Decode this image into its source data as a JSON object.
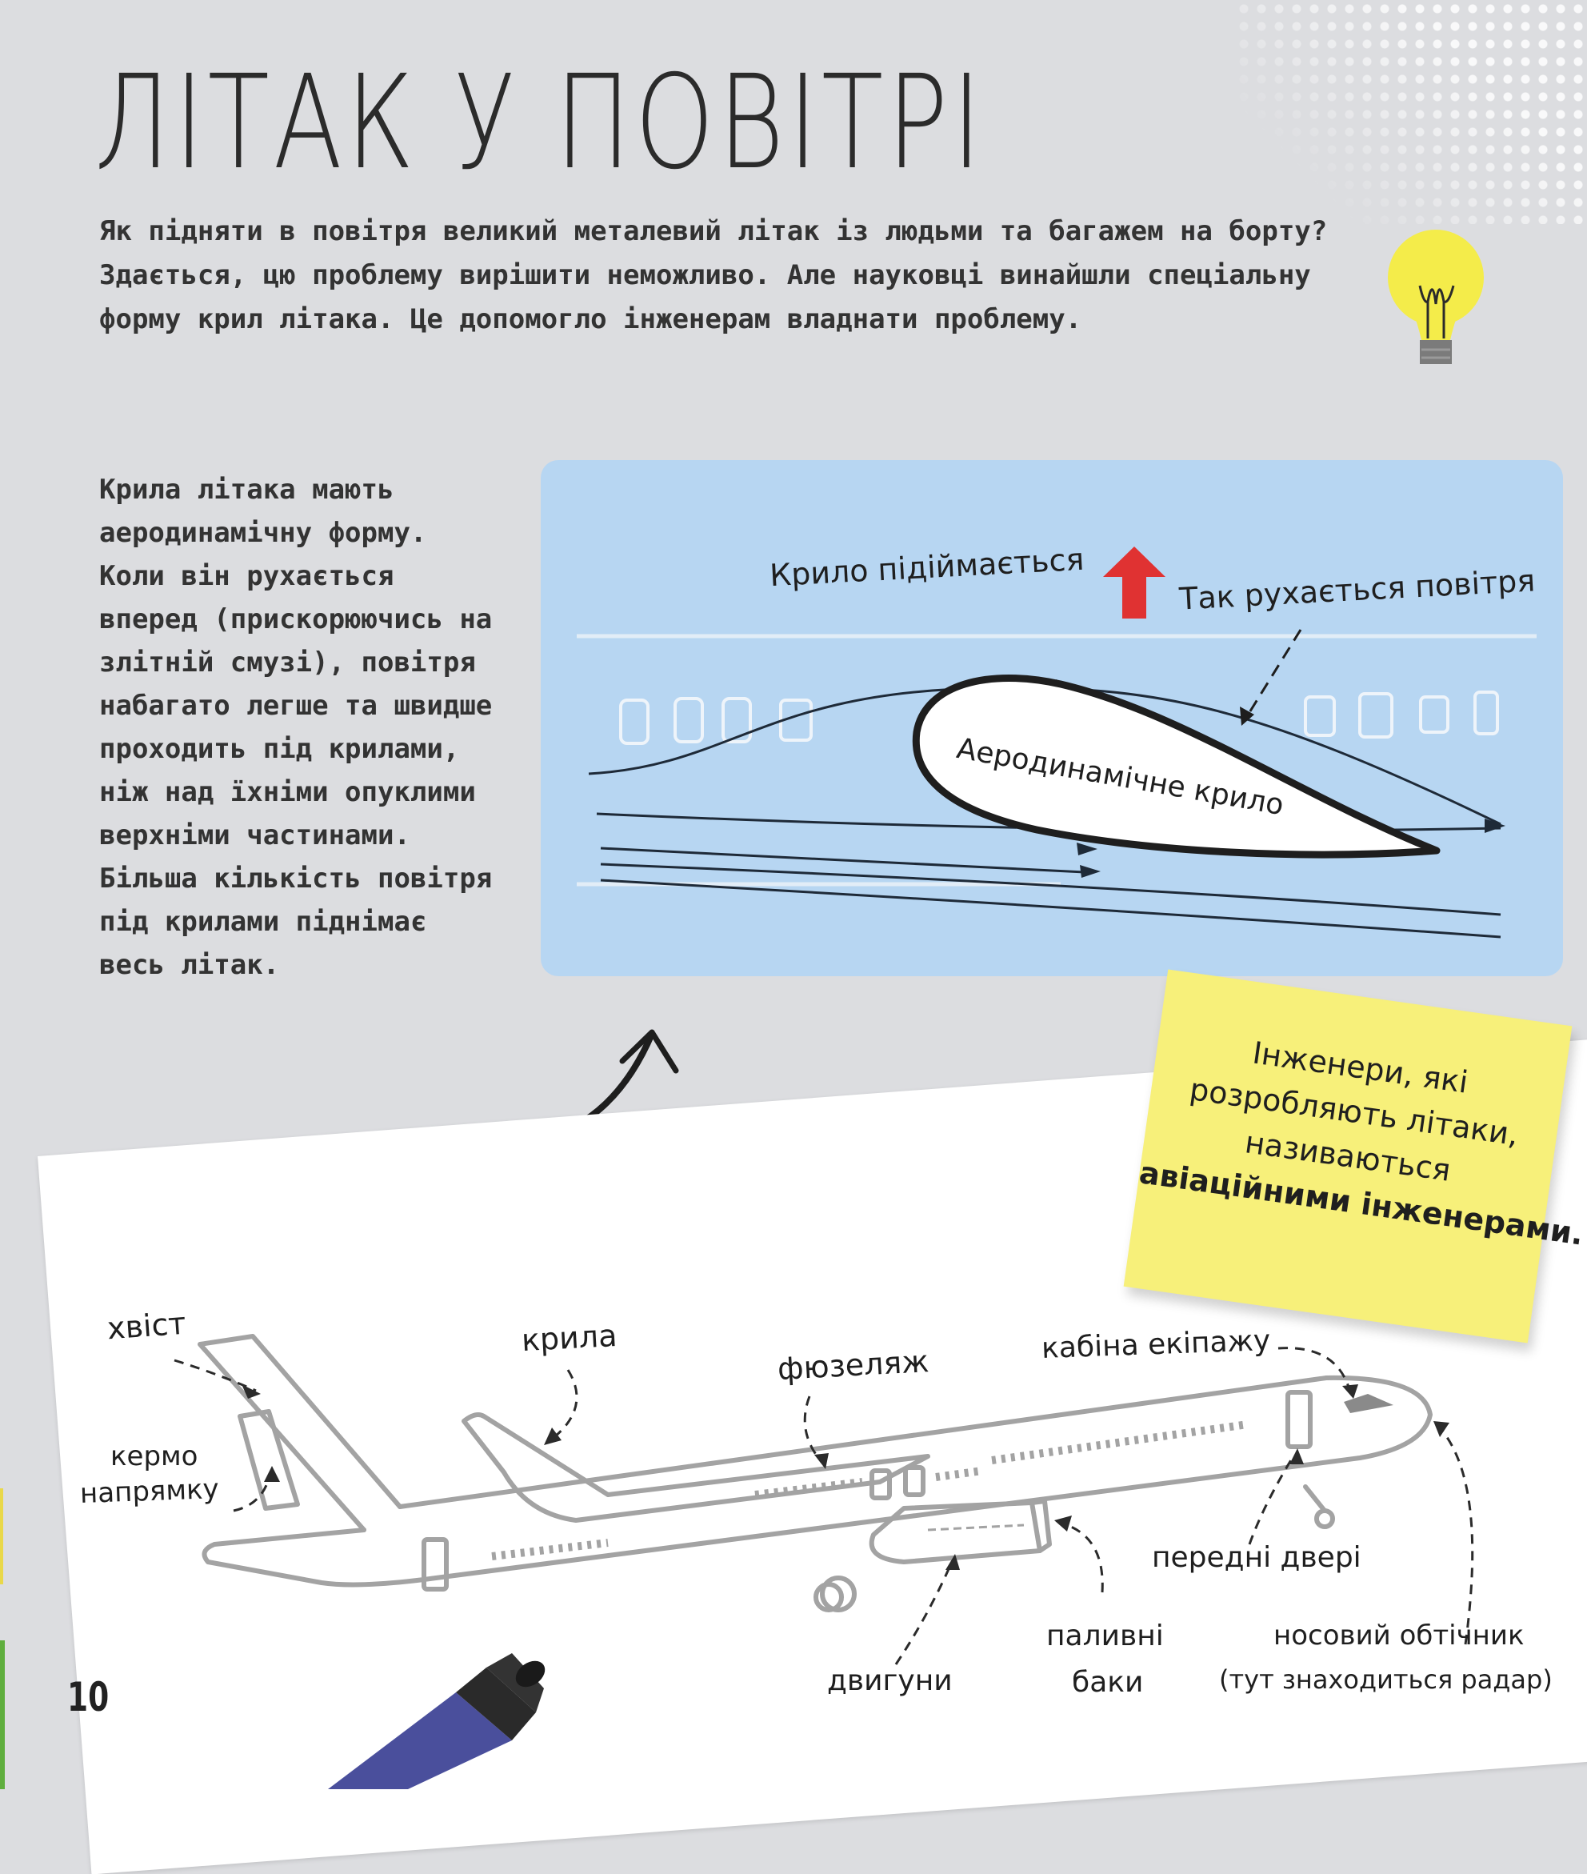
{
  "title": "ЛІТАК У ПОВІТРІ",
  "intro": "Як підняти в повітря великий металевий літак із людьми та багажем на борту? Здається, цю проблему вирішити неможливо. Але науковці винайшли спеціальну форму крил літака. Це допомогло інженерам владнати проблему.",
  "side_text": "Крила літака мають аеродинамічну форму. Коли він рухається вперед (прискорюючись на злітній смузі), повітря набагато легше та швидше проходить під крилами, ніж над їхніми опуклими верхніми частинами. Більша кількість повітря під крилами піднімає весь літак.",
  "wing_diagram": {
    "lift_label": "Крило підіймається",
    "airflow_label": "Так рухається повітря",
    "wing_label": "Аеродинамічне крило"
  },
  "sticky_note": {
    "line1": "Інженери, які",
    "line2": "розробляють літаки,",
    "line3": "називаються",
    "line4": "авіаційними інженерами."
  },
  "plane_labels": {
    "tail": "хвіст",
    "rudder_1": "кермо",
    "rudder_2": "напрямку",
    "wings": "крила",
    "fuselage": "фюзеляж",
    "cockpit": "кабіна екіпажу",
    "front_door": "передні двері",
    "fuel_1": "паливні",
    "fuel_2": "баки",
    "engines": "двигуни",
    "nose_1": "носовий обтічник",
    "nose_2": "(тут знаходиться радар)"
  },
  "page_number": "10",
  "colors": {
    "background": "#dcdde0",
    "panel_blue": "#b7d6f2",
    "sticky_yellow": "#f7f07a",
    "arrow_red": "#e03232",
    "marker_blue": "#4a4f9c",
    "bulb_yellow": "#f4ec4a"
  }
}
